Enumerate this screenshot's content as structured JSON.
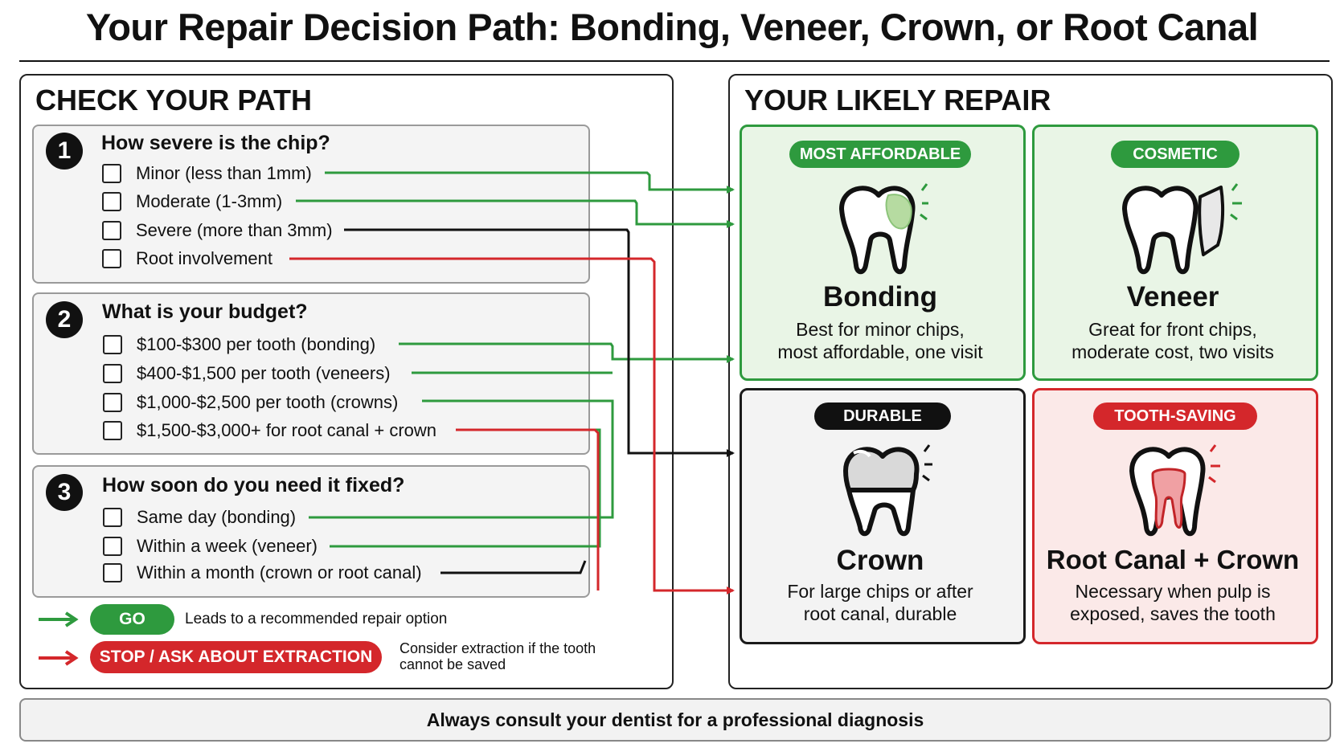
{
  "title": "Your Repair Decision Path: Bonding, Veneer, Crown, or Root Canal",
  "left": {
    "heading": "CHECK YOUR PATH",
    "questions": [
      {
        "number": "1",
        "title": "How severe is the chip?",
        "options": [
          "Minor (less than 1mm)",
          "Moderate (1-3mm)",
          "Severe (more than 3mm)",
          "Root involvement"
        ]
      },
      {
        "number": "2",
        "title": "What is your budget?",
        "options": [
          "$100-$300 per tooth (bonding)",
          "$400-$1,500 per tooth (veneers)",
          "$1,000-$2,500 per tooth (crowns)",
          "$1,500-$3,000+ for root canal + crown"
        ]
      },
      {
        "number": "3",
        "title": "How soon do you need it fixed?",
        "options": [
          "Same day (bonding)",
          "Within a week (veneer)",
          "Within a month (crown or root canal)"
        ]
      }
    ],
    "legend": {
      "go_label": "GO",
      "go_text": "Leads to a recommended repair option",
      "stop_label": "STOP / ASK ABOUT EXTRACTION",
      "stop_text_line1": "Consider extraction if the tooth",
      "stop_text_line2": "cannot be saved"
    }
  },
  "right": {
    "heading": "YOUR LIKELY REPAIR",
    "cards": [
      {
        "badge": "MOST AFFORDABLE",
        "title": "Bonding",
        "desc_line1": "Best for minor chips,",
        "desc_line2": "most affordable, one visit",
        "icon": "tooth-bonding-icon"
      },
      {
        "badge": "COSMETIC",
        "title": "Veneer",
        "desc_line1": "Great for front chips,",
        "desc_line2": "moderate cost, two visits",
        "icon": "tooth-veneer-icon"
      },
      {
        "badge": "DURABLE",
        "title": "Crown",
        "desc_line1": "For large chips or after",
        "desc_line2": "root canal, durable",
        "icon": "tooth-crown-icon"
      },
      {
        "badge": "TOOTH-SAVING",
        "title": "Root Canal + Crown",
        "desc_line1": "Necessary when pulp is",
        "desc_line2": "exposed, saves the tooth",
        "icon": "tooth-root-canal-icon"
      }
    ]
  },
  "footer": "Always consult your dentist for a professional diagnosis",
  "colors": {
    "green": "#2e9a3e",
    "red": "#d4272b",
    "black": "#111111"
  }
}
